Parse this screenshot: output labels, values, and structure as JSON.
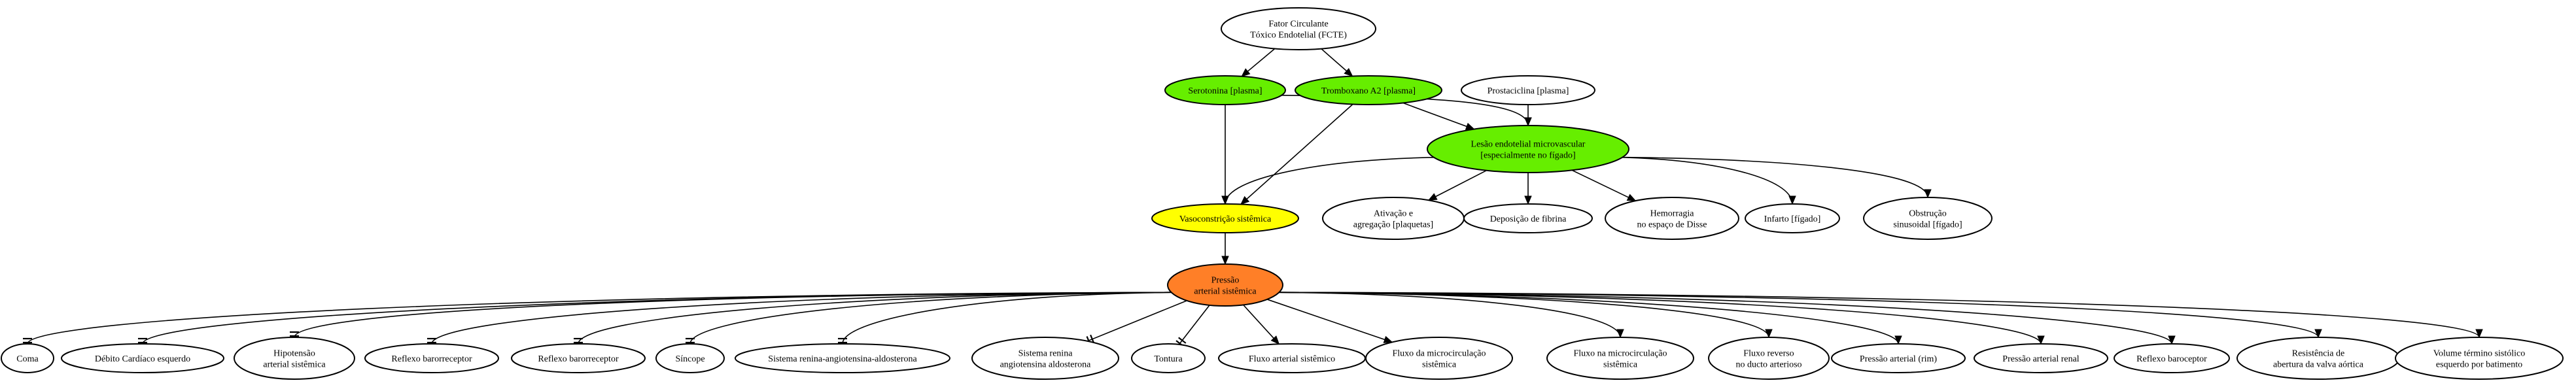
{
  "colors": {
    "default": "#ffffff",
    "green": "#66ee00",
    "yellow": "#ffff00",
    "orange": "#ff7f27"
  },
  "nodes": [
    {
      "id": "fcte",
      "lines": [
        "Fator Circulante",
        "Tóxico Endotelial (FCTE)"
      ],
      "color": "default"
    },
    {
      "id": "serotonina",
      "lines": [
        "Serotonina [plasma]"
      ],
      "color": "green"
    },
    {
      "id": "tromboxano",
      "lines": [
        "Tromboxano A2 [plasma]"
      ],
      "color": "green"
    },
    {
      "id": "prostaciclina",
      "lines": [
        "Prostaciclina [plasma]"
      ],
      "color": "default"
    },
    {
      "id": "lesao",
      "lines": [
        "Lesão endotelial microvascular",
        "[especialmente no fígado]"
      ],
      "color": "green"
    },
    {
      "id": "vasoconstricao",
      "lines": [
        "Vasoconstrição sistêmica"
      ],
      "color": "yellow"
    },
    {
      "id": "ativacao",
      "lines": [
        "Ativação e",
        "agregação [plaquetas]"
      ],
      "color": "default"
    },
    {
      "id": "deposicao",
      "lines": [
        "Deposição de fibrina"
      ],
      "color": "default"
    },
    {
      "id": "hemorragia",
      "lines": [
        "Hemorragia",
        "no espaço de Disse"
      ],
      "color": "default"
    },
    {
      "id": "infarto",
      "lines": [
        "Infarto [fígado]"
      ],
      "color": "default"
    },
    {
      "id": "obstrucao",
      "lines": [
        "Obstrução",
        "sinusoidal [fígado]"
      ],
      "color": "default"
    },
    {
      "id": "pressao",
      "lines": [
        "Pressão",
        "arterial sistêmica"
      ],
      "color": "orange"
    },
    {
      "id": "coma",
      "lines": [
        "Coma"
      ],
      "color": "default"
    },
    {
      "id": "debito",
      "lines": [
        "Débito Cardíaco esquerdo"
      ],
      "color": "default"
    },
    {
      "id": "hipotensao",
      "lines": [
        "Hipotensão",
        "arterial sistêmica"
      ],
      "color": "default"
    },
    {
      "id": "reflexo1",
      "lines": [
        "Reflexo barorreceptor"
      ],
      "color": "default"
    },
    {
      "id": "reflexo2",
      "lines": [
        "Reflexo barorreceptor"
      ],
      "color": "default"
    },
    {
      "id": "sincope",
      "lines": [
        "Síncope"
      ],
      "color": "default"
    },
    {
      "id": "sraa",
      "lines": [
        "Sistema renina-angiotensina-aldosterona"
      ],
      "color": "default"
    },
    {
      "id": "sra2",
      "lines": [
        "Sistema renina",
        "angiotensina aldosterona"
      ],
      "color": "default"
    },
    {
      "id": "tontura",
      "lines": [
        "Tontura"
      ],
      "color": "default"
    },
    {
      "id": "fluxo_art",
      "lines": [
        "Fluxo arterial sistêmico"
      ],
      "color": "default"
    },
    {
      "id": "fluxo_micro1",
      "lines": [
        "Fluxo da microcirculação",
        "sistêmica"
      ],
      "color": "default"
    },
    {
      "id": "fluxo_micro2",
      "lines": [
        "Fluxo na microcirculação",
        "sistêmica"
      ],
      "color": "default"
    },
    {
      "id": "fluxo_rev",
      "lines": [
        "Fluxo reverso",
        "no ducto arterioso"
      ],
      "color": "default"
    },
    {
      "id": "pressao_rim",
      "lines": [
        "Pressão arterial (rim)"
      ],
      "color": "default"
    },
    {
      "id": "pressao_renal",
      "lines": [
        "Pressão arterial renal"
      ],
      "color": "default"
    },
    {
      "id": "reflexo_baro",
      "lines": [
        "Reflexo baroceptor"
      ],
      "color": "default"
    },
    {
      "id": "resistencia",
      "lines": [
        "Resistência de",
        "abertura da valva aórtica"
      ],
      "color": "default"
    },
    {
      "id": "volume",
      "lines": [
        "Volume término sistólico",
        "esquerdo por batimento"
      ],
      "color": "default"
    }
  ],
  "edges": [
    {
      "from": "fcte",
      "to": "serotonina",
      "type": "arrow"
    },
    {
      "from": "fcte",
      "to": "tromboxano",
      "type": "arrow"
    },
    {
      "from": "serotonina",
      "to": "lesao",
      "type": "arrow"
    },
    {
      "from": "serotonina",
      "to": "vasoconstricao",
      "type": "arrow"
    },
    {
      "from": "tromboxano",
      "to": "lesao",
      "type": "arrow"
    },
    {
      "from": "tromboxano",
      "to": "vasoconstricao",
      "type": "arrow"
    },
    {
      "from": "prostaciclina",
      "to": "lesao",
      "type": "arrow"
    },
    {
      "from": "lesao",
      "to": "vasoconstricao",
      "type": "arrow"
    },
    {
      "from": "lesao",
      "to": "ativacao",
      "type": "arrow"
    },
    {
      "from": "lesao",
      "to": "deposicao",
      "type": "arrow"
    },
    {
      "from": "lesao",
      "to": "hemorragia",
      "type": "arrow"
    },
    {
      "from": "lesao",
      "to": "infarto",
      "type": "arrow"
    },
    {
      "from": "lesao",
      "to": "obstrucao",
      "type": "arrow"
    },
    {
      "from": "vasoconstricao",
      "to": "pressao",
      "type": "arrow"
    },
    {
      "from": "pressao",
      "to": "coma",
      "type": "tee"
    },
    {
      "from": "pressao",
      "to": "debito",
      "type": "tee"
    },
    {
      "from": "pressao",
      "to": "hipotensao",
      "type": "tee"
    },
    {
      "from": "pressao",
      "to": "reflexo1",
      "type": "tee"
    },
    {
      "from": "pressao",
      "to": "reflexo2",
      "type": "tee"
    },
    {
      "from": "pressao",
      "to": "sincope",
      "type": "tee"
    },
    {
      "from": "pressao",
      "to": "sraa",
      "type": "tee"
    },
    {
      "from": "pressao",
      "to": "sra2",
      "type": "tee"
    },
    {
      "from": "pressao",
      "to": "tontura",
      "type": "tee"
    },
    {
      "from": "pressao",
      "to": "fluxo_art",
      "type": "arrow"
    },
    {
      "from": "pressao",
      "to": "fluxo_micro1",
      "type": "arrow"
    },
    {
      "from": "pressao",
      "to": "fluxo_micro2",
      "type": "arrow"
    },
    {
      "from": "pressao",
      "to": "fluxo_rev",
      "type": "arrow"
    },
    {
      "from": "pressao",
      "to": "pressao_rim",
      "type": "arrow"
    },
    {
      "from": "pressao",
      "to": "pressao_renal",
      "type": "arrow"
    },
    {
      "from": "pressao",
      "to": "reflexo_baro",
      "type": "arrow"
    },
    {
      "from": "pressao",
      "to": "resistencia",
      "type": "arrow"
    },
    {
      "from": "pressao",
      "to": "volume",
      "type": "arrow"
    }
  ]
}
